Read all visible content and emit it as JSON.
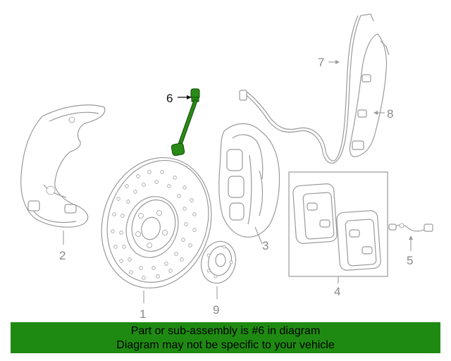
{
  "diagram": {
    "callouts": {
      "c1": "1",
      "c2": "2",
      "c3": "3",
      "c4": "4",
      "c5": "5",
      "c6": "6",
      "c7": "7",
      "c8": "8",
      "c9": "9"
    },
    "highlight_color": "#2a8a17",
    "part_color": "#9a9a9a"
  },
  "banner": {
    "line1": "Part or sub-assembly is #6 in diagram",
    "line2": "Diagram may not be specific to your vehicle",
    "background": "#1f8a12"
  }
}
